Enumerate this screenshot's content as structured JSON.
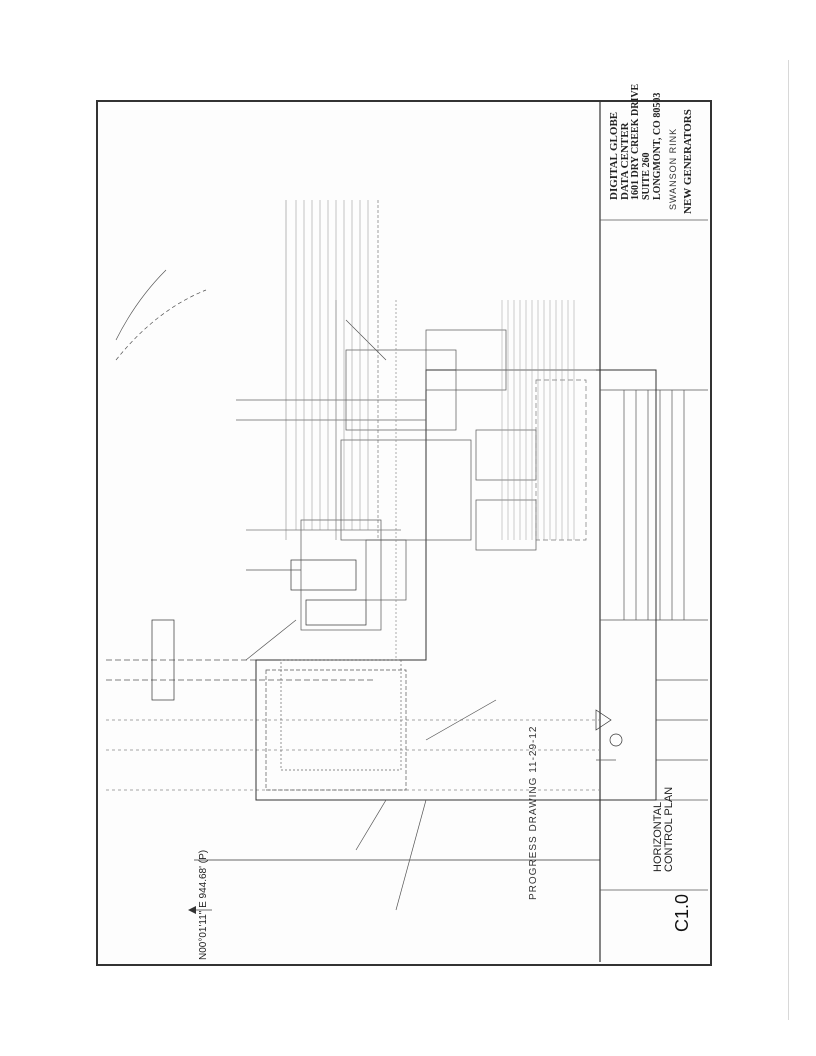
{
  "title_block": {
    "client": "DIGITAL GLOBE",
    "project": "DATA CENTER",
    "address_1": "1601 DRY CREEK DRIVE",
    "address_2": "SUITE 260",
    "address_3": "LONGMONT, CO 80503",
    "firm_logo": "SWANSON RINK",
    "scope_title": "NEW GENERATORS",
    "sheet_title_1": "HORIZONTAL",
    "sheet_title_2": "CONTROL PLAN",
    "sheet_number": "C1.0"
  },
  "drawing": {
    "progress_stamp": "PROGRESS DRAWING 11-29-12",
    "coordinate_label": "N00°01'11\" E 944.68' (P)"
  },
  "colors": {
    "ink": "#222222",
    "faint": "#8a8a8a",
    "paper": "#fdfdfd"
  }
}
